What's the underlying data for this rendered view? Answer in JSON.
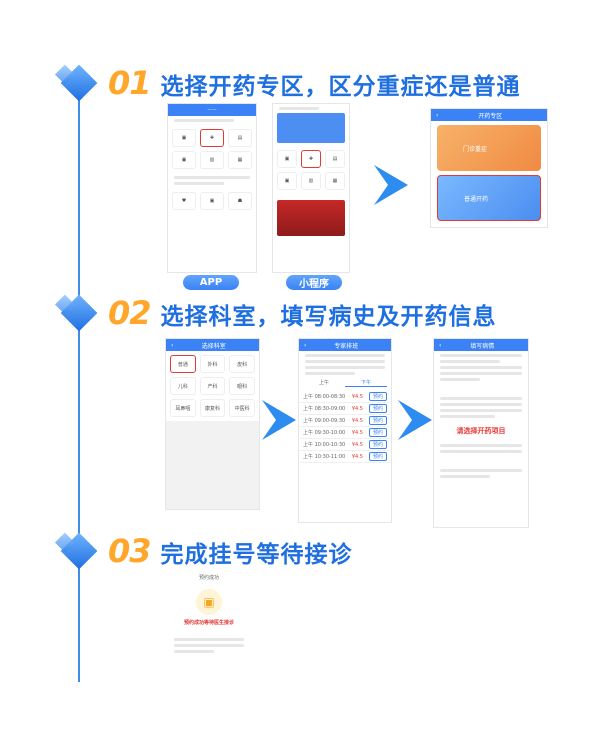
{
  "steps": [
    {
      "num": "01",
      "title": "选择开药专区，区分重症还是普通"
    },
    {
      "num": "02",
      "title": "选择科室，填写病史及开药信息"
    },
    {
      "num": "03",
      "title": "完成挂号等待接诊"
    }
  ],
  "labels": {
    "app": "APP",
    "mini_program": "小程序"
  },
  "screens": {
    "dispense_zone": {
      "title": "开药专区",
      "option_severe": "门诊重症",
      "option_normal": "普通开药"
    },
    "dept_select": {
      "title": "选择科室",
      "items": [
        "普通",
        "外科",
        "皮科",
        "儿科",
        "产科",
        "眼科",
        "耳鼻咽",
        "康复科",
        "中医科"
      ]
    },
    "schedule": {
      "title": "专家排班",
      "tab_am": "上午",
      "tab_pm": "下午",
      "rows": [
        {
          "time": "上午 08:00-08:30",
          "price": "¥4.5",
          "action": "预约"
        },
        {
          "time": "上午 08:30-09:00",
          "price": "¥4.5",
          "action": "预约"
        },
        {
          "time": "上午 09:00-09:30",
          "price": "¥4.5",
          "action": "预约"
        },
        {
          "time": "上午 09:30-10:00",
          "price": "¥4.5",
          "action": "预约"
        },
        {
          "time": "上午 10:00-10:30",
          "price": "¥4.5",
          "action": "预约"
        },
        {
          "time": "上午 10:30-11:00",
          "price": "¥4.5",
          "action": "预约"
        }
      ]
    },
    "fill_info": {
      "title": "填写病情",
      "red_note": "请选择开药项目"
    },
    "done": {
      "title": "预约成功",
      "red_note": "预约成功等待医生接诊"
    }
  },
  "colors": {
    "accent": "#1f6fe0",
    "number": "#ffa62b",
    "highlight": "#e53935"
  }
}
